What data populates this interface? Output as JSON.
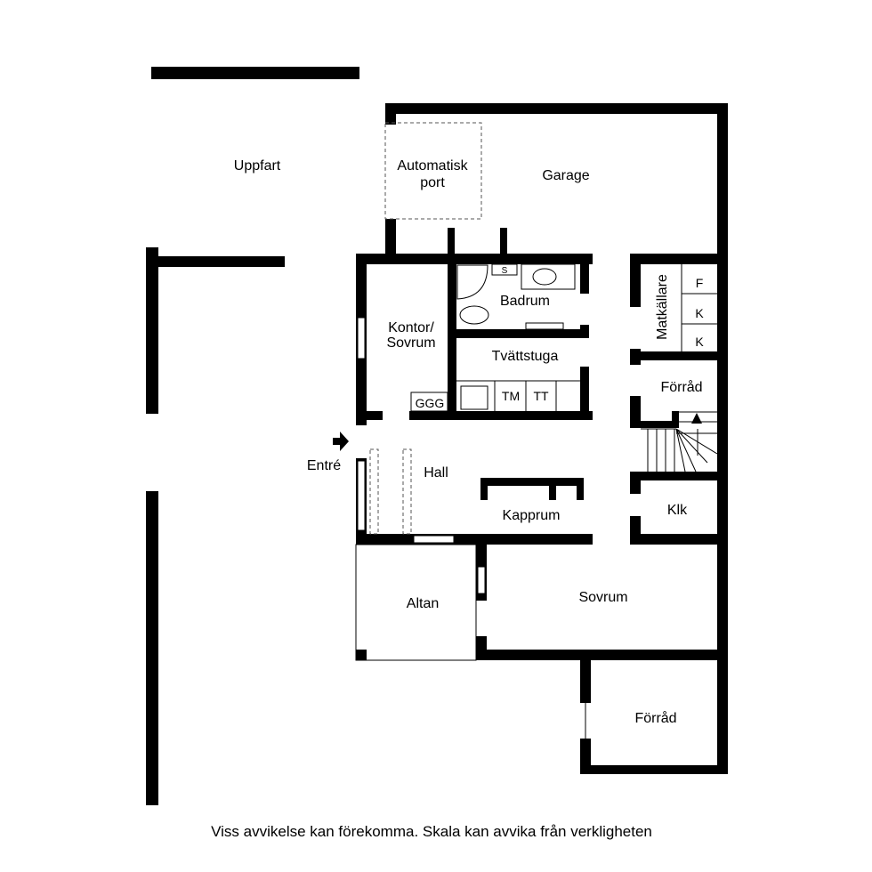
{
  "rooms": {
    "uppfart": "Uppfart",
    "port_line1": "Automatisk",
    "port_line2": "port",
    "garage": "Garage",
    "badrum": "Badrum",
    "kontor_line1": "Kontor/",
    "kontor_line2": "Sovrum",
    "tvattstuga": "Tvättstuga",
    "matkallare": "Matkällare",
    "forrad_upper": "Förråd",
    "entre": "Entré",
    "hall": "Hall",
    "kapprum": "Kapprum",
    "klk": "Klk",
    "altan": "Altan",
    "sovrum": "Sovrum",
    "forrad_lower": "Förråd"
  },
  "fixtures": {
    "shelf_f": "F",
    "shelf_k1": "K",
    "shelf_k2": "K",
    "tm": "TM",
    "tt": "TT",
    "ggg": "GGG",
    "s": "S"
  },
  "footer": "Viss avvikelse kan förekomma. Skala kan avvika från verkligheten"
}
